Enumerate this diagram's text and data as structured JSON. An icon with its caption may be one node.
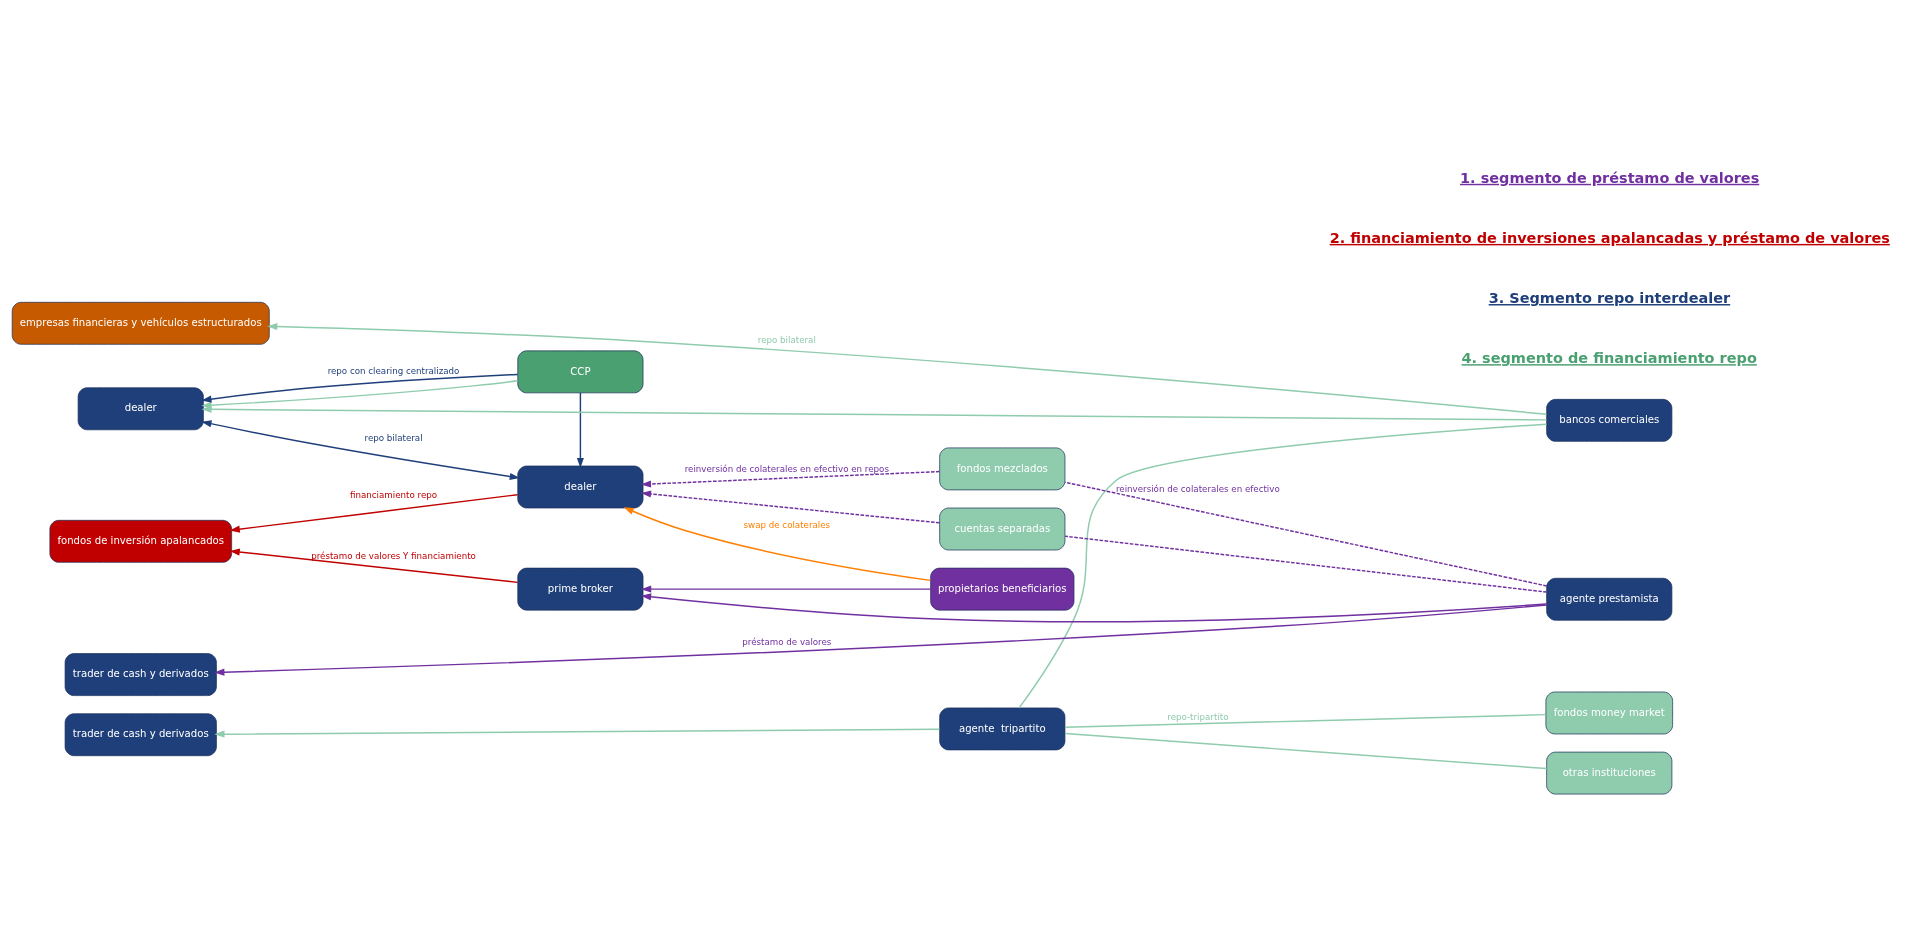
{
  "diagram": {
    "nodes": [
      {
        "text": [
          "empresas financieras y vehículos estructurados"
        ]
      },
      {
        "text": [
          "trader de cash y derivados"
        ]
      },
      {
        "text": [
          "dealer"
        ]
      },
      {
        "text": [
          "CCP"
        ]
      },
      {
        "text": [
          "agente  tripartito"
        ]
      },
      {
        "text": [
          "bancos comerciales"
        ]
      },
      {
        "text": [
          "fondos money market"
        ]
      },
      {
        "text": [
          "otras instituciones"
        ]
      },
      {
        "text": [
          "fondos mezclados"
        ]
      },
      {
        "text": [
          "cuentas separadas"
        ]
      },
      {
        "text": [
          "dealer"
        ]
      },
      {
        "text": [
          "propietarios beneficiarios"
        ]
      },
      {
        "text": [
          "fondos de inversión apalancados"
        ]
      },
      {
        "text": [
          "prime broker"
        ]
      },
      {
        "text": [
          "trader de cash y derivados"
        ]
      },
      {
        "text": [
          "agente prestamista"
        ]
      }
    ],
    "edges": [
      {
        "from": 5,
        "to": 0,
        "arrow": "to",
        "label": "repo bilateral",
        "color": "#8fcbad"
      },
      {
        "from": 5,
        "to": 2,
        "arrow": "to",
        "color": "#8fcbad"
      },
      {
        "from": 6,
        "to": 4,
        "arrow": "none",
        "label": "repo-tripartito",
        "color": "#8fcbad"
      },
      {
        "from": 7,
        "to": 4,
        "arrow": "none",
        "color": "#8fcbad"
      },
      {
        "from": 5,
        "to": 4,
        "arrow": "none",
        "color": "#8fcbad"
      },
      {
        "from": 4,
        "to": 1,
        "arrow": "to",
        "color": "#8fcbad"
      },
      {
        "from": 3,
        "to": 2,
        "arrow": "to",
        "color": "#8fcbad"
      },
      {
        "from": 3,
        "to": 2,
        "arrow": "to",
        "label": "repo con clearing centralizado",
        "color": "#1f3f7a"
      },
      {
        "from": 10,
        "to": 2,
        "arrow": "both",
        "label": "repo bilateral",
        "color": "#1f3f7a"
      },
      {
        "from": 3,
        "to": 10,
        "arrow": "to",
        "color": "#1f3f7a"
      },
      {
        "from": 15,
        "to": 8,
        "arrow": "none",
        "style": "dashed",
        "label": "reinversión de colaterales en efectivo",
        "color": "#7030a0"
      },
      {
        "from": 15,
        "to": 9,
        "arrow": "none",
        "style": "dashed",
        "color": "#7030a0"
      },
      {
        "from": 8,
        "to": 10,
        "arrow": "to",
        "style": "dashed",
        "label": "reinversión de colaterales en efectivo en repos",
        "color": "#7030a0"
      },
      {
        "from": 9,
        "to": 10,
        "arrow": "to",
        "style": "dashed",
        "color": "#7030a0"
      },
      {
        "from": 11,
        "to": 10,
        "arrow": "to",
        "label": "swap de colaterales",
        "color": "#ff7f00"
      },
      {
        "from": 11,
        "to": 13,
        "arrow": "to",
        "color": "#7030a0"
      },
      {
        "from": 15,
        "to": 13,
        "arrow": "to",
        "color": "#7030a0"
      },
      {
        "from": 15,
        "to": 14,
        "arrow": "to",
        "label": "préstamo de valores",
        "color": "#7030a0"
      },
      {
        "from": 10,
        "to": 12,
        "arrow": "to",
        "label": "financiamiento repo",
        "color": "#c00000"
      },
      {
        "from": 13,
        "to": 12,
        "arrow": "to",
        "label": "préstamo de valores Y financiamiento",
        "color": "#c00000"
      }
    ],
    "labels": [
      "4. segmento de financiamiento repo",
      "3. Segmento repo interdealer",
      "2. financiamiento de inversiones apalancadas y préstamo de valores",
      "1. segmento de préstamo de valores"
    ]
  }
}
